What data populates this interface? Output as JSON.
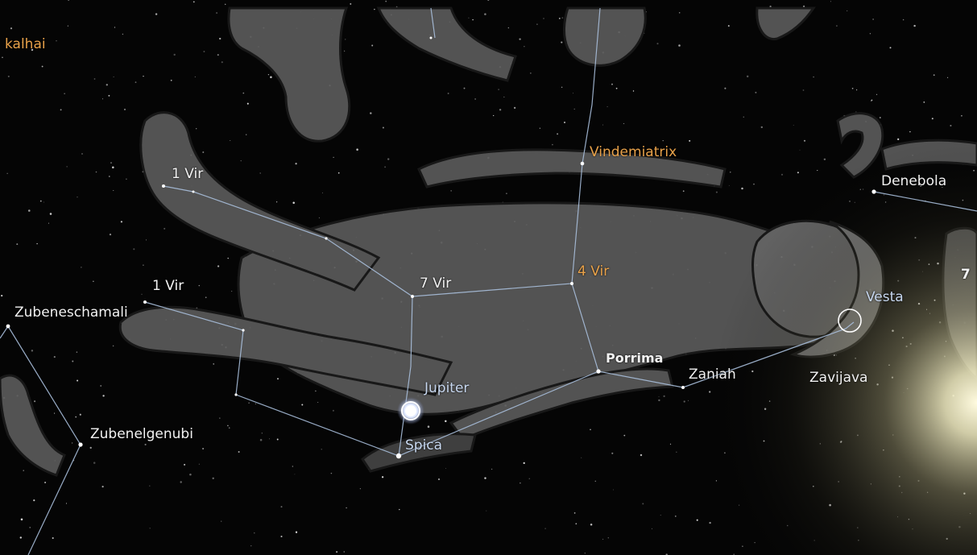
{
  "labels": {
    "kalhai": "kalhai",
    "vindemiatrix": "Vindemiatrix",
    "denebola": "Denebola",
    "vir1_upper": "1 Vir",
    "vir1_lower": "1 Vir",
    "vir7": "7 Vir",
    "vir4": "4 Vir",
    "zubeneschamali": "Zubeneschamali",
    "zubenelgenubi": "Zubenelgenubi",
    "jupiter": "Jupiter",
    "spica": "Spica",
    "porrima": "Porrima",
    "zaniah": "Zaniah",
    "zavijava": "Zavijava",
    "vesta": "Vesta",
    "edge_digit": "7"
  },
  "colors": {
    "sky": "#050505",
    "constellation_line": "#a9bfdc",
    "art": "#5c5c5c",
    "star_label": "#f2f2f2",
    "variable_label": "#e9a24a",
    "planet_label": "#c8d8f0",
    "sun_glow": "#fff6c8"
  }
}
